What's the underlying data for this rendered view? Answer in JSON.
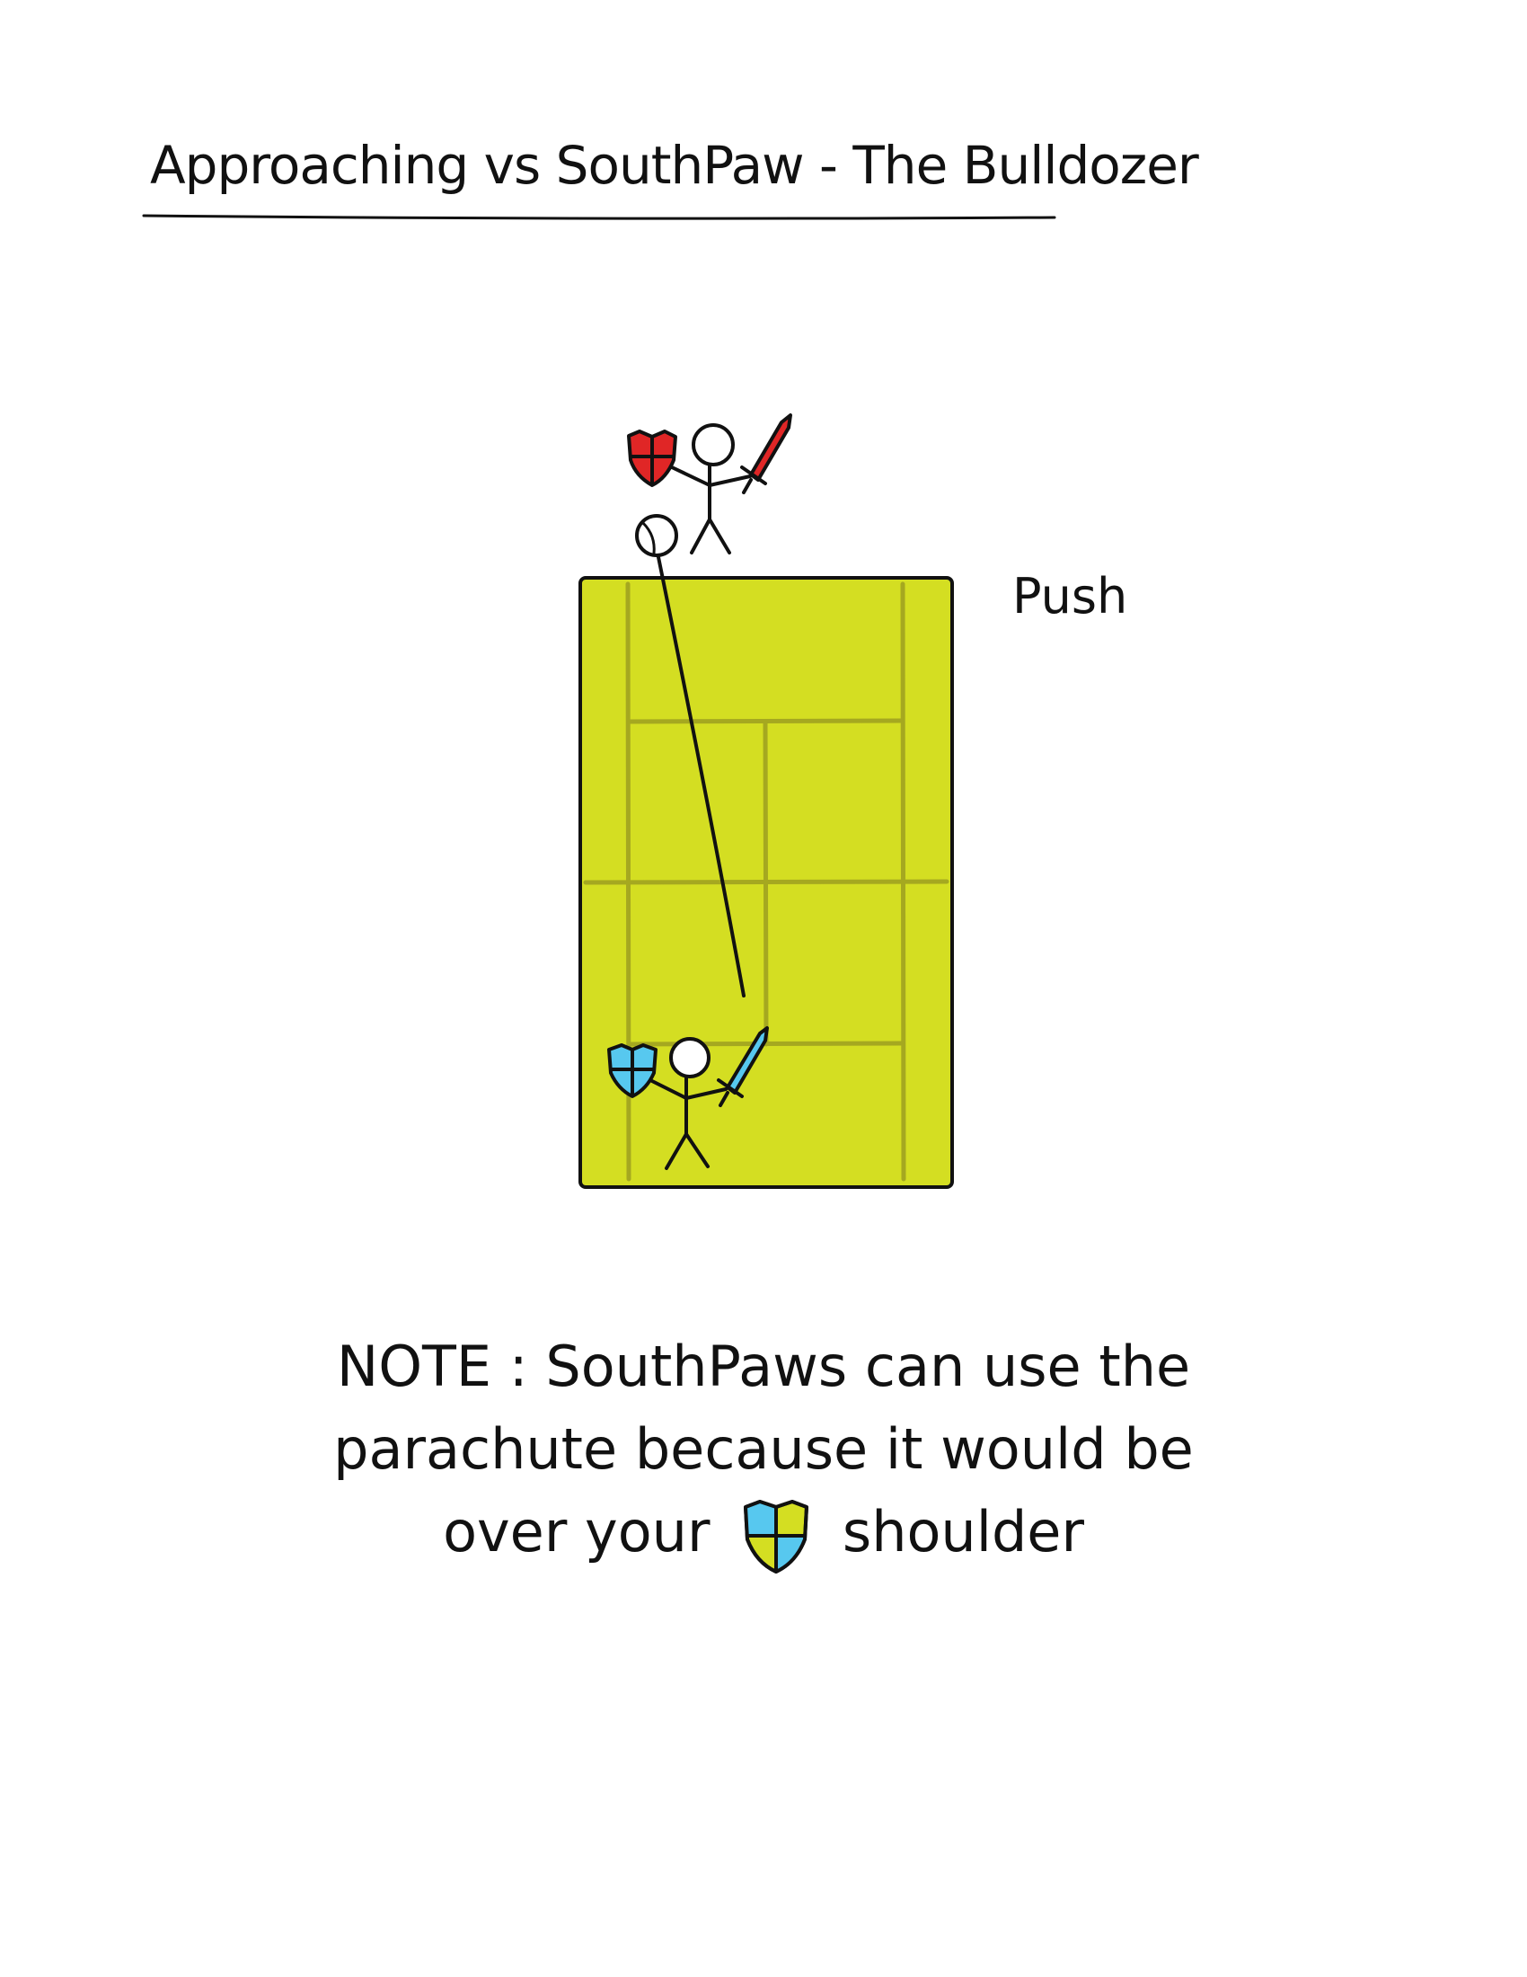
{
  "title": "Approaching vs SouthPaw - The Bulldozer",
  "shot_label": "Push",
  "note": {
    "line1": "NOTE : SouthPaws can use the",
    "line2": "parachute because it would be",
    "line3_before": "over your",
    "line3_after": "shoulder"
  },
  "colors": {
    "court": "#d4de22",
    "court_lines": "#a5a820",
    "opponent": "#e02626",
    "player": "#57c8ef",
    "ink": "#111111"
  },
  "icons": [
    "opponent-shield-icon",
    "opponent-sword-icon",
    "ball-icon",
    "player-shield-icon",
    "player-sword-icon",
    "split-shield-icon"
  ]
}
